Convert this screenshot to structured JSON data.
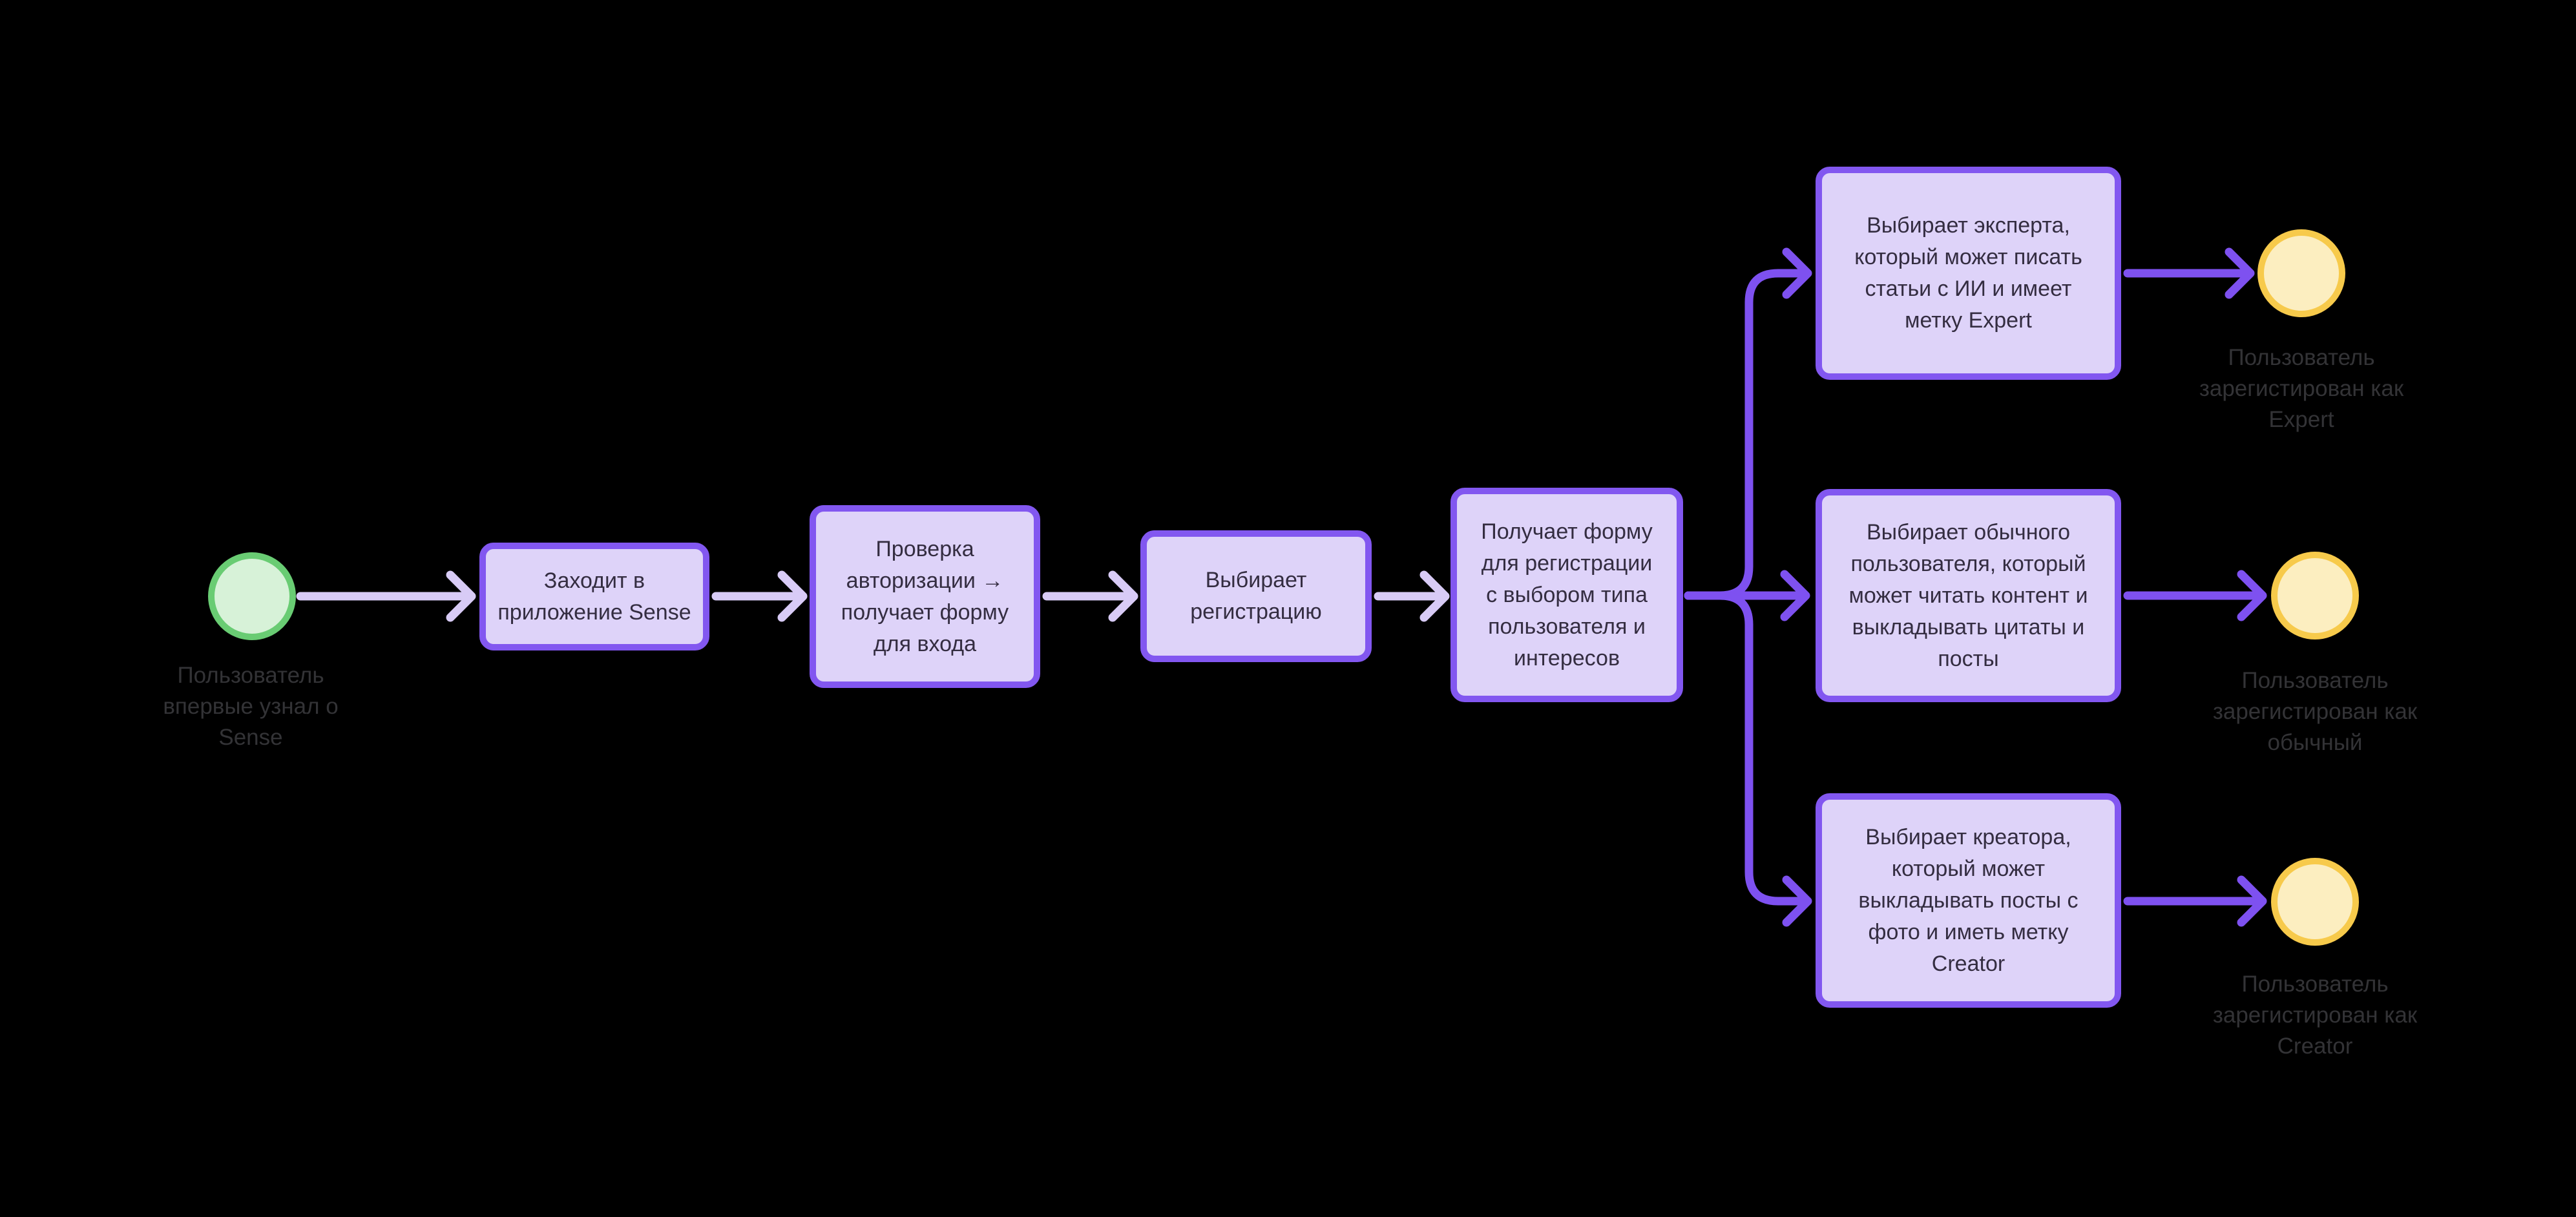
{
  "colors": {
    "canvas-bg": "#000000",
    "node-border": "#8257f0",
    "node-fill": "#ded3f9",
    "node-text": "#342d41",
    "flow-arrow": "#d8cbf6",
    "branch-arrow": "#7e51f0",
    "start-border": "#69cc73",
    "start-fill": "#d7f2d8",
    "end-border": "#f7ca4b",
    "end-fill": "#fceec0",
    "caption-text": "#333336"
  },
  "nodes": {
    "start": {
      "caption": "Пользователь\nвпервые узнал о\nSense"
    },
    "step1": {
      "label": "Заходит в\nприложение Sense"
    },
    "step2": {
      "label": "Проверка\nавторизации →\nполучает форму\nдля входа"
    },
    "step3": {
      "label": "Выбирает\nрегистрацию"
    },
    "step4": {
      "label": "Получает форму\nдля регистрации\nс выбором типа\nпользователя и\nинтересов"
    },
    "branchExpert": {
      "label": "Выбирает эксперта,\nкоторый может писать\nстатьи с ИИ и имеет\nметку Expert"
    },
    "branchRegular": {
      "label": "Выбирает обычного\nпользователя, который\nможет читать контент и\nвыкладывать цитаты и\nпосты"
    },
    "branchCreator": {
      "label": "Выбирает креатора,\nкоторый может\nвыкладывать посты с\nфото и иметь метку\nCreator"
    },
    "endExpert": {
      "caption": "Пользователь\nзарегистирован как\nExpert"
    },
    "endRegular": {
      "caption": "Пользователь\nзарегистирован как\nобычный"
    },
    "endCreator": {
      "caption": "Пользователь\nзарегистирован как\nCreator"
    }
  }
}
